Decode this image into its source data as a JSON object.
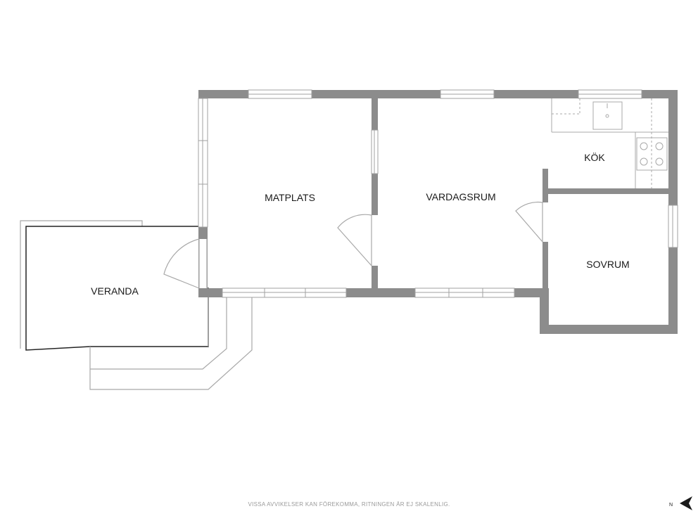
{
  "rooms": {
    "matplats": "MATPLATS",
    "vardagsrum": "VARDAGSRUM",
    "kok": "KÖK",
    "sovrum": "SOVRUM",
    "veranda": "VERANDA"
  },
  "disclaimer": "VISSA AVVIKELSER KAN FÖREKOMMA, RITNINGEN ÄR EJ SKALENLIG.",
  "compass": {
    "label": "N",
    "icon": "north-arrow-icon"
  },
  "colors": {
    "wall": "#8c8c8c",
    "line": "#a8a8a8",
    "dark_line": "#222222",
    "text": "#1a1a1a"
  }
}
